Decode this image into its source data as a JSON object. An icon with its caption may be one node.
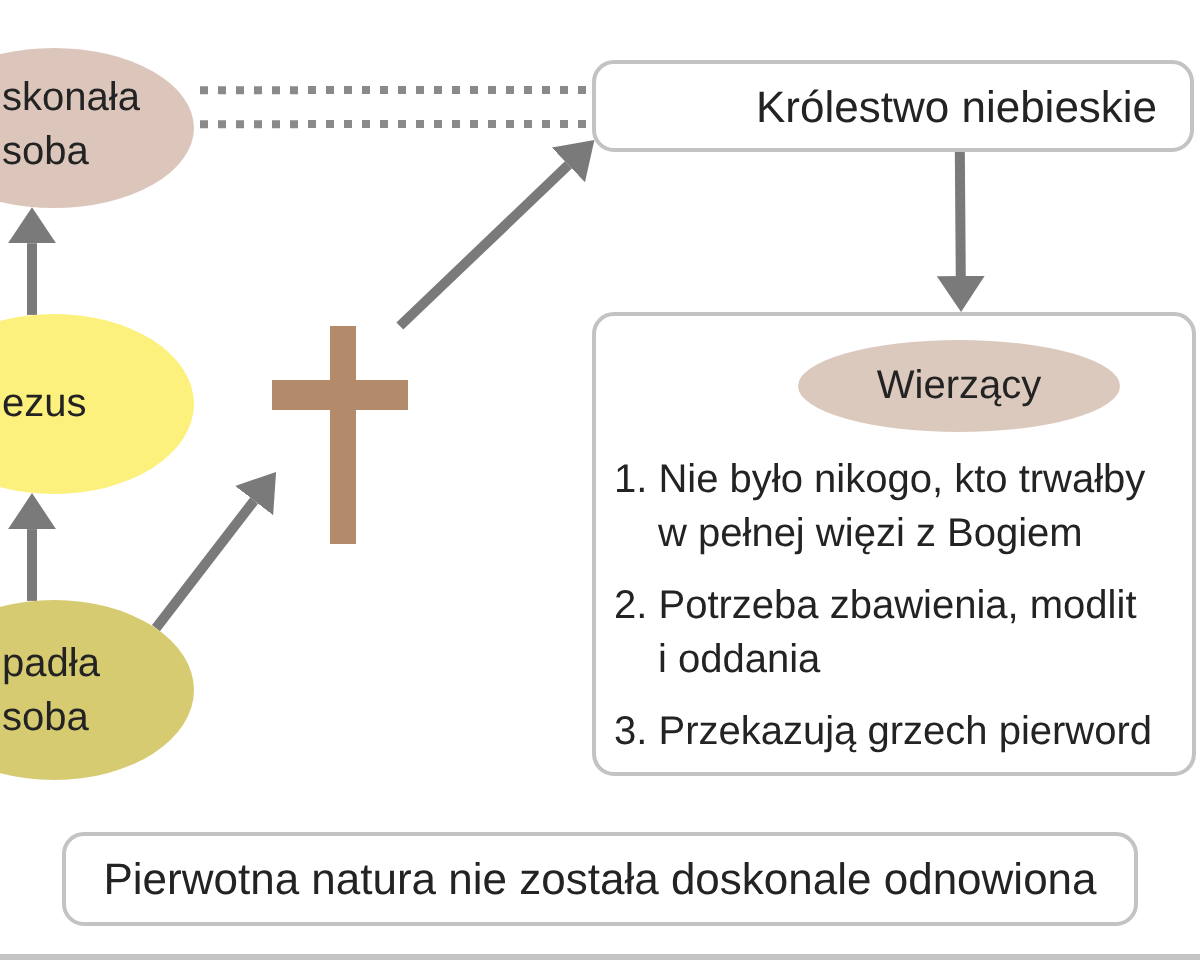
{
  "diagram": {
    "nodes": [
      {
        "text": [
          "skonała soba"
        ]
      },
      {
        "text": [
          "ezus"
        ]
      },
      {
        "text": [
          "padła soba"
        ]
      },
      {
        "text": [],
        "shape": "cross"
      },
      {
        "text": [
          "Królestwo niebieskie"
        ]
      },
      {
        "text": [
          "1. Nie było nikogo, kto trwałby w pełnej więzi z Bogiem",
          "2. Potrzeba zbawienia, modlit i oddania",
          "3. Przekazują grzech pierword"
        ]
      },
      {
        "text": [
          "Wierzący"
        ],
        "in": 5
      },
      {
        "text": [
          "Pierwotna natura nie została doskonale odnowiona"
        ]
      }
    ],
    "edges": [
      {
        "from": 0,
        "to": 4,
        "arrow": "none",
        "style": "dashed"
      },
      {
        "from": 1,
        "to": 0,
        "arrow": "to"
      },
      {
        "from": 3,
        "to": 4,
        "arrow": "to"
      },
      {
        "from": 4,
        "to": 5,
        "arrow": "to"
      },
      {
        "from": 2,
        "to": 1,
        "arrow": "to"
      },
      {
        "from": 2,
        "to": 3,
        "arrow": "to"
      }
    ]
  }
}
